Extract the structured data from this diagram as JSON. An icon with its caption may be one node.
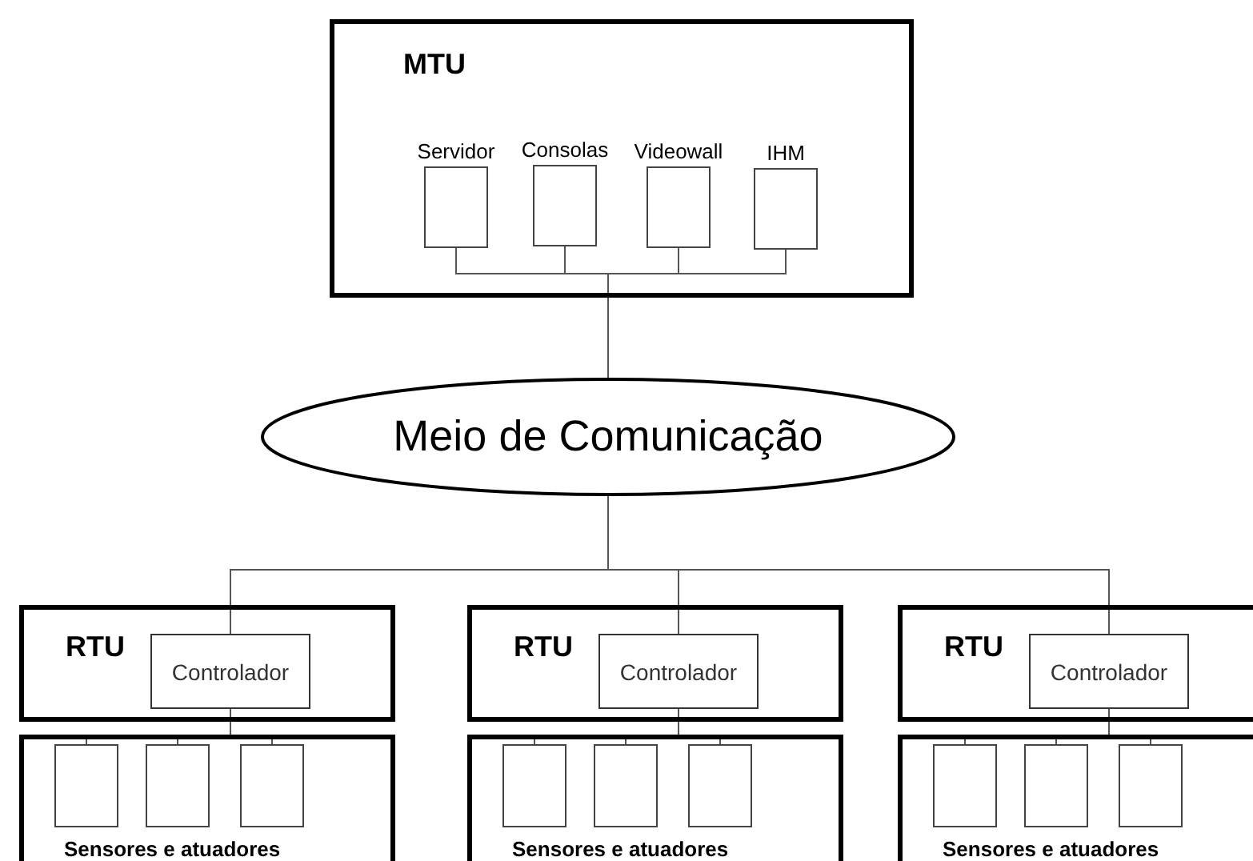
{
  "diagram": {
    "nodes": [
      {
        "text": [
          "MTU"
        ]
      },
      {
        "text": [
          "Servidor"
        ],
        "in": 0
      },
      {
        "text": [
          "Consolas"
        ],
        "in": 0
      },
      {
        "text": [
          "Videowall"
        ],
        "in": 0
      },
      {
        "text": [
          "IHM"
        ],
        "in": 0
      },
      {
        "text": [
          "Meio de Comunicação"
        ]
      },
      {
        "text": [
          "RTU"
        ]
      },
      {
        "text": [
          "Controlador"
        ],
        "in": 6
      },
      {
        "text": [
          "Sensores e atuadores"
        ]
      },
      {
        "text": [],
        "shape": "box",
        "in": 8
      },
      {
        "text": [],
        "shape": "box",
        "in": 8
      },
      {
        "text": [],
        "shape": "box",
        "in": 8
      },
      {
        "text": [
          "RTU"
        ]
      },
      {
        "text": [
          "Controlador"
        ],
        "in": 12
      },
      {
        "text": [
          "Sensores e atuadores"
        ]
      },
      {
        "text": [],
        "shape": "box",
        "in": 14
      },
      {
        "text": [],
        "shape": "box",
        "in": 14
      },
      {
        "text": [],
        "shape": "box",
        "in": 14
      },
      {
        "text": [
          "RTU"
        ]
      },
      {
        "text": [
          "Controlador"
        ],
        "in": 18
      },
      {
        "text": [
          "Sensores e atuadores"
        ]
      },
      {
        "text": [],
        "shape": "box",
        "in": 20
      },
      {
        "text": [],
        "shape": "box",
        "in": 20
      },
      {
        "text": [],
        "shape": "box",
        "in": 20
      }
    ],
    "edges": [
      {
        "from": 1,
        "to": 5,
        "arrow": "none"
      },
      {
        "from": 2,
        "to": 5,
        "arrow": "none"
      },
      {
        "from": 3,
        "to": 5,
        "arrow": "none"
      },
      {
        "from": 4,
        "to": 5,
        "arrow": "none"
      },
      {
        "from": 5,
        "to": 7,
        "arrow": "none"
      },
      {
        "from": 5,
        "to": 13,
        "arrow": "none"
      },
      {
        "from": 5,
        "to": 19,
        "arrow": "none"
      },
      {
        "from": 7,
        "to": 9,
        "arrow": "none"
      },
      {
        "from": 7,
        "to": 10,
        "arrow": "none"
      },
      {
        "from": 7,
        "to": 11,
        "arrow": "none"
      },
      {
        "from": 13,
        "to": 15,
        "arrow": "none"
      },
      {
        "from": 13,
        "to": 16,
        "arrow": "none"
      },
      {
        "from": 13,
        "to": 17,
        "arrow": "none"
      },
      {
        "from": 19,
        "to": 21,
        "arrow": "none"
      },
      {
        "from": 19,
        "to": 22,
        "arrow": "none"
      },
      {
        "from": 19,
        "to": 23,
        "arrow": "none"
      }
    ]
  }
}
